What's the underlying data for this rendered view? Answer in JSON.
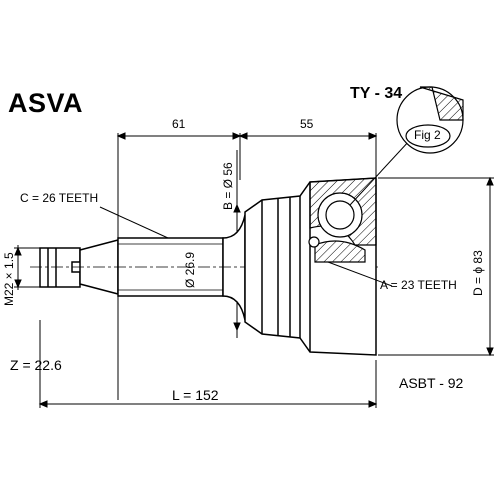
{
  "brand": "ASVA",
  "part_number": "TY - 34",
  "figure_label": "Fig 2",
  "dimensions": {
    "length_left": "61",
    "length_right": "55",
    "spline_outer": "C = 26 TEETH",
    "shaft_diameter": "Ø 26.9",
    "boot_diameter": "B = Ø 56",
    "spline_inner": "A = 23 TEETH",
    "outer_diameter": "D = ϕ 83",
    "thread": "M22 × 1.5",
    "total_length": "L = 152"
  },
  "z_value": "Z = 22.6",
  "abs_code": "ASBT - 92"
}
